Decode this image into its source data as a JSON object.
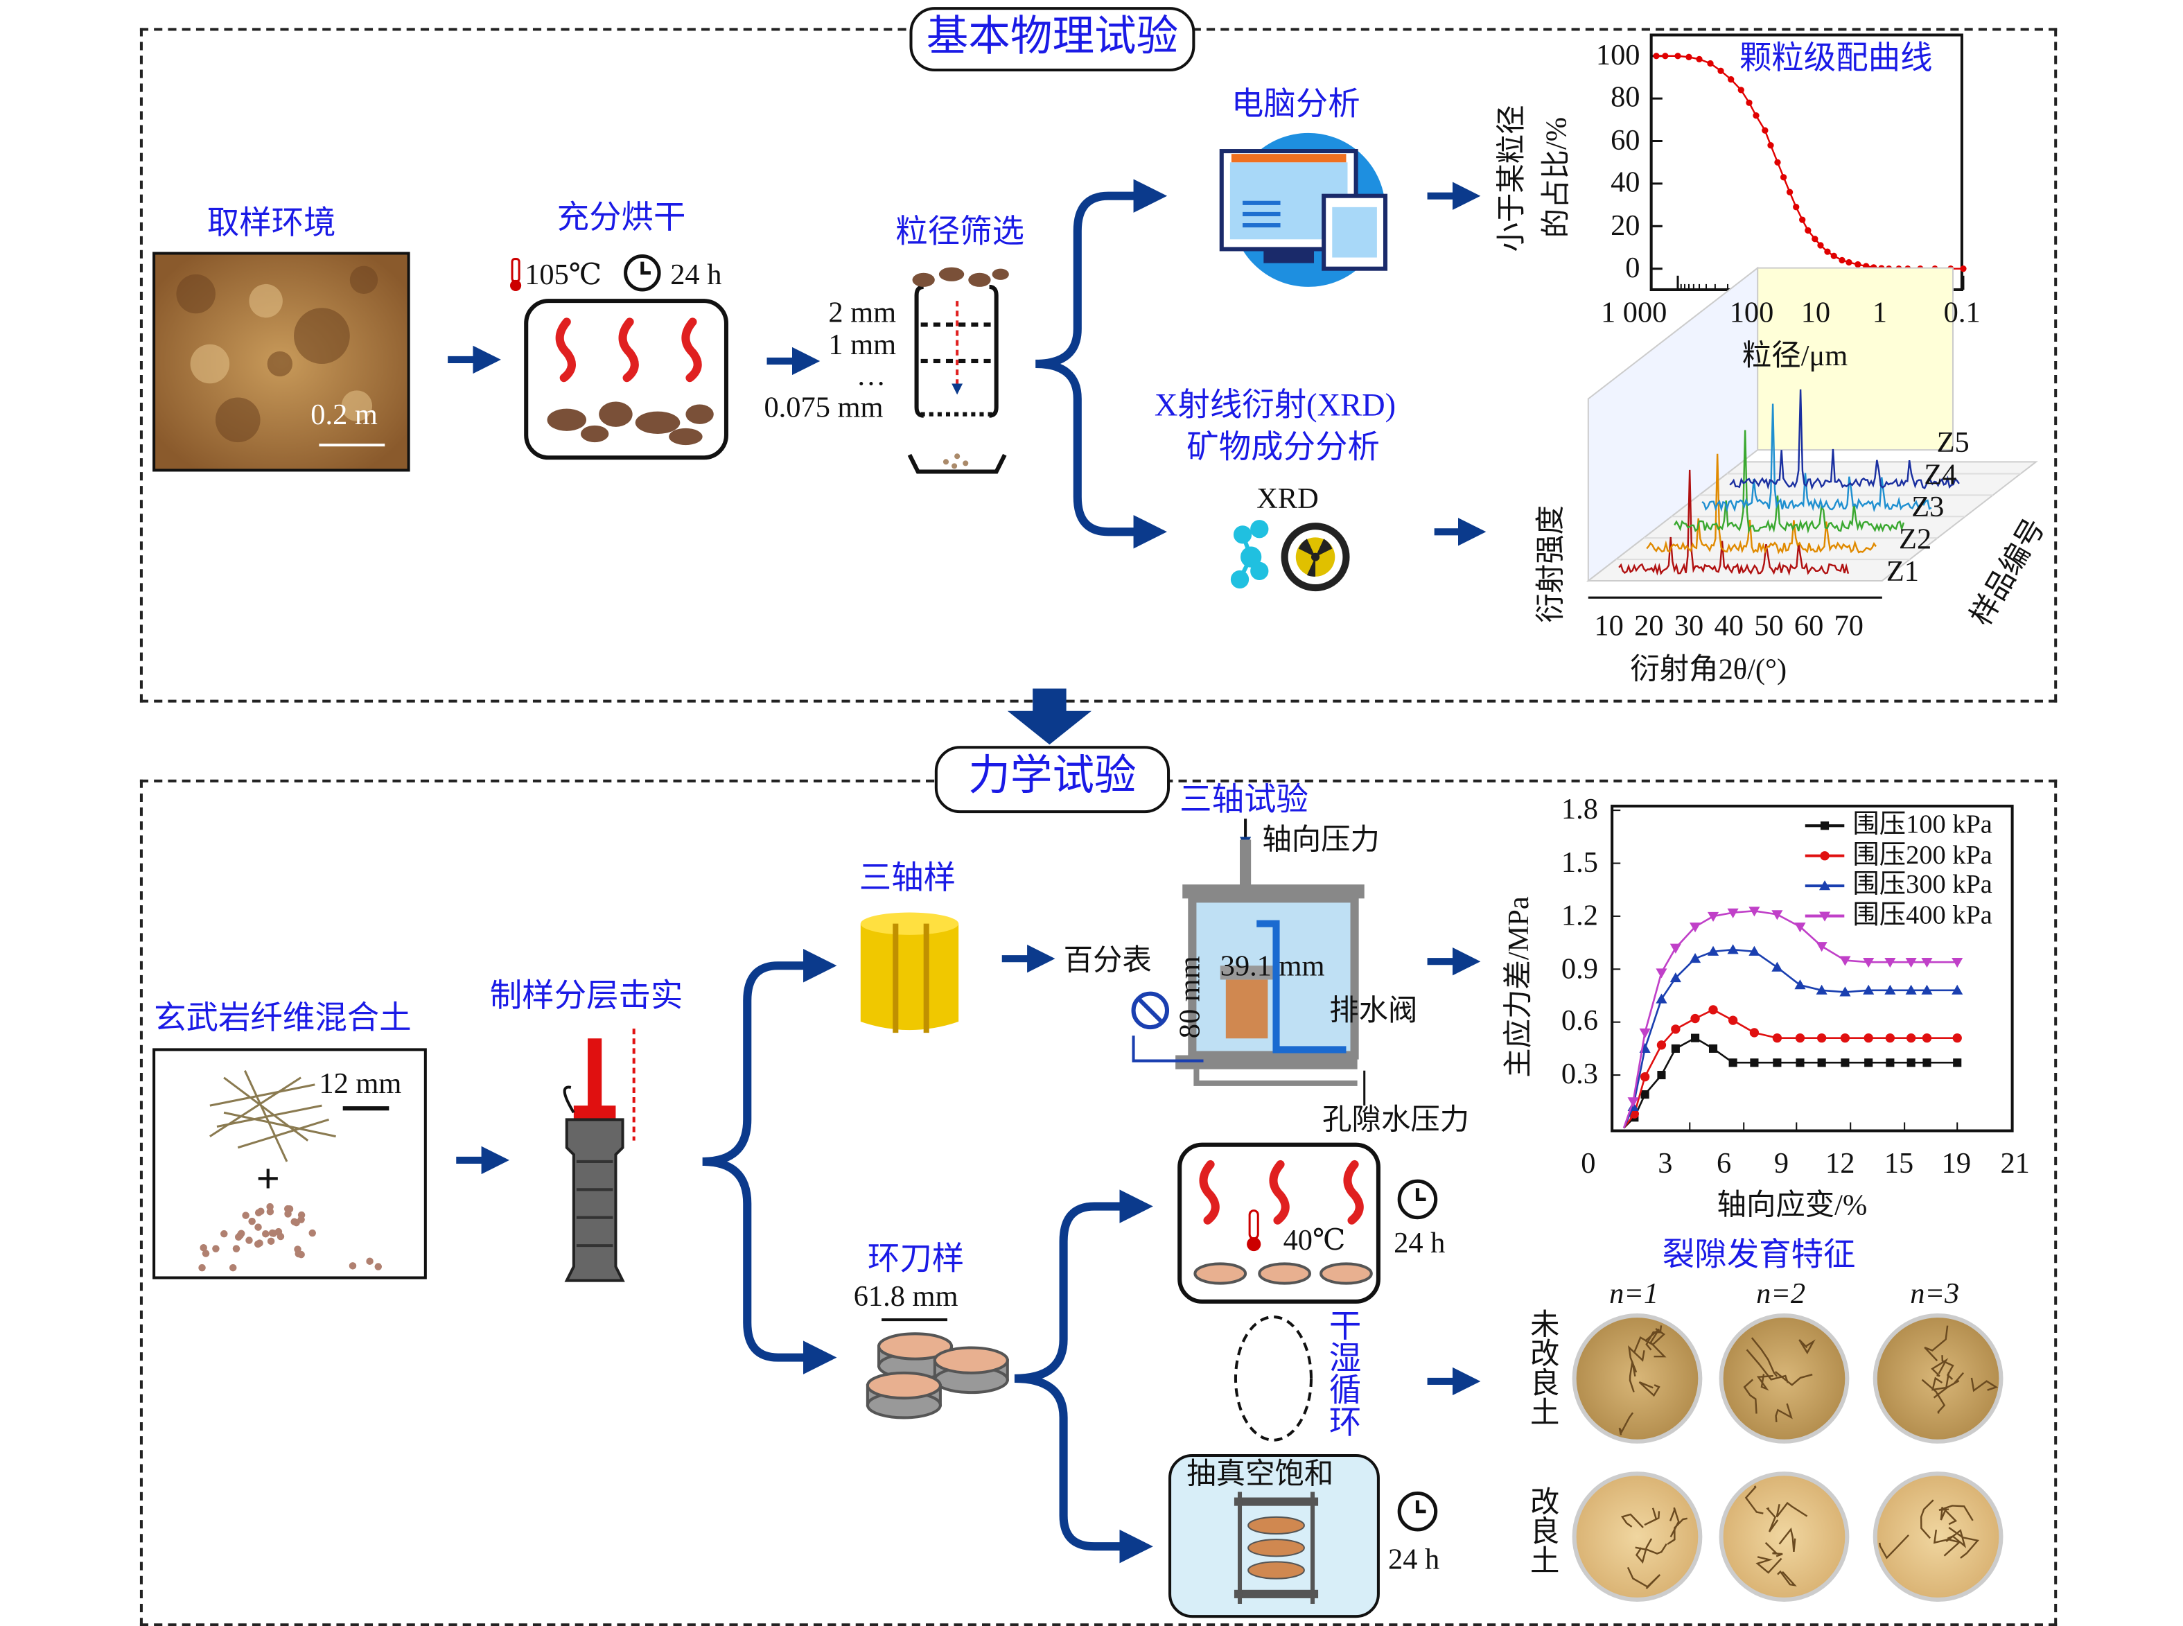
{
  "colors": {
    "accent_blue": "#1a1ae6",
    "arrow_navy": "#0b3a8c",
    "curve_red": "#e00000"
  },
  "top_section": {
    "title": "基本物理试验",
    "sampling": {
      "label": "取样环境",
      "scale": "0.2 m"
    },
    "drying": {
      "label": "充分烘干",
      "temp": "105℃",
      "time": "24 h",
      "icons": [
        "thermometer-icon",
        "clock-icon",
        "flame-icon"
      ]
    },
    "sieving": {
      "label": "粒径筛选",
      "sizes": [
        "2 mm",
        "1 mm",
        "…",
        "0.075 mm"
      ]
    },
    "computer": {
      "label": "电脑分析",
      "icon": "computer-monitor-icon"
    },
    "xrd": {
      "label_line1": "X射线衍射(XRD)",
      "label_line2": "矿物成分分析",
      "icon_label": "XRD",
      "icons": [
        "molecule-icon",
        "radiation-icon"
      ]
    }
  },
  "bottom_section": {
    "title": "力学试验",
    "mixture": {
      "label": "玄武岩纤维混合土",
      "scale": "12 mm",
      "plus": "+"
    },
    "compaction": {
      "label": "制样分层击实"
    },
    "triaxial_sample": {
      "label": "三轴样"
    },
    "triaxial_test": {
      "label": "三轴试验",
      "axial": "轴向压力",
      "dial": "百分表",
      "height": "80 mm",
      "diameter": "39.1 mm",
      "valve": "排水阀",
      "pore": "孔隙水压力"
    },
    "ring_sample": {
      "label": "环刀样",
      "diameter": "61.8 mm"
    },
    "wet_dry": {
      "temp": "40℃",
      "time1": "24 h",
      "cycle": "干湿循环",
      "vacuum": "抽真空饱和",
      "time2": "24 h"
    },
    "cracks": {
      "title": "裂隙发育特征",
      "cols": [
        "n=1",
        "n=2",
        "n=3"
      ],
      "rows": [
        "未改良土",
        "改良土"
      ]
    }
  },
  "chart_data": [
    {
      "type": "scatter",
      "title": "颗粒级配曲线",
      "xlabel": "粒径/μm",
      "ylabel_line1": "小于某粒径",
      "ylabel_line2": "的占比/%",
      "x_scale": "log",
      "x_reversed": true,
      "xticks": [
        "1 000",
        "100",
        "10",
        "1",
        "0.1"
      ],
      "xtick_values": [
        1000,
        100,
        10,
        1,
        0.1
      ],
      "yticks": [
        "100",
        "80",
        "60",
        "40",
        "20",
        "0"
      ],
      "ylim": [
        0,
        100
      ],
      "series": [
        {
          "color": "#e00000",
          "x": [
            2000,
            1500,
            1000,
            700,
            500,
            350,
            250,
            180,
            130,
            100,
            80,
            60,
            50,
            40,
            33,
            27,
            22,
            18,
            15,
            12,
            10,
            8,
            6.5,
            5,
            4,
            3,
            2.3,
            1.8,
            1.4,
            1.1,
            0.8,
            0.6,
            0.4,
            0.25,
            0.15,
            0.1
          ],
          "y": [
            100,
            100,
            100,
            99.5,
            98.5,
            96.5,
            93,
            89,
            84,
            78,
            72,
            65,
            58,
            50,
            43,
            36,
            29,
            23,
            18,
            14,
            11,
            8,
            6,
            4,
            3,
            2,
            1.2,
            0.6,
            0.2,
            0,
            0,
            0,
            0,
            0,
            0,
            0
          ]
        }
      ]
    },
    {
      "type": "line",
      "xlabel": "衍射角2θ/(°)",
      "ylabel": "衍射强度",
      "zlabel": "样品编号",
      "xticks": [
        "10",
        "20",
        "30",
        "40",
        "50",
        "60",
        "70"
      ],
      "zticks": [
        "Z1",
        "Z2",
        "Z3",
        "Z4",
        "Z5"
      ],
      "series_colors": [
        "#b01010",
        "#e08a00",
        "#3aa830",
        "#1f8fd0",
        "#1a2fa0"
      ],
      "xlim": [
        5,
        75
      ],
      "peaks_2theta": [
        20.8,
        26.6,
        36.5,
        50.1,
        60
      ]
    },
    {
      "type": "line",
      "xlabel": "轴向应变/%",
      "ylabel": "主应力差/MPa",
      "xticks": [
        "0",
        "3",
        "6",
        "9",
        "12",
        "15",
        "19",
        "21"
      ],
      "xtick_values": [
        0,
        3,
        6,
        9,
        12,
        15,
        19,
        21
      ],
      "yticks": [
        "0.3",
        "0.6",
        "0.9",
        "1.2",
        "1.5",
        "1.8"
      ],
      "ylim": [
        0,
        1.8
      ],
      "xlim": [
        0,
        21
      ],
      "legend": "top-right",
      "series": [
        {
          "name": "围压100 kPa",
          "color": "#111111",
          "marker": "square",
          "x": [
            0.2,
            0.65,
            1.1,
            1.8,
            2.4,
            3.3,
            4.3,
            5.4,
            6.6,
            7.9,
            9.2,
            10.4,
            11.7,
            13,
            14.2,
            15.5,
            16.7,
            19
          ],
          "y": [
            0,
            0.06,
            0.19,
            0.3,
            0.45,
            0.51,
            0.45,
            0.37,
            0.37,
            0.37,
            0.37,
            0.37,
            0.37,
            0.37,
            0.37,
            0.37,
            0.37,
            0.37
          ]
        },
        {
          "name": "围压200 kPa",
          "color": "#e01010",
          "marker": "circle",
          "x": [
            0.2,
            0.65,
            1.1,
            1.8,
            2.4,
            3.3,
            4.3,
            5.4,
            6.6,
            7.9,
            9.2,
            10.4,
            11.7,
            13,
            14.2,
            15.5,
            16.7,
            19
          ],
          "y": [
            0,
            0.08,
            0.29,
            0.47,
            0.56,
            0.62,
            0.67,
            0.61,
            0.54,
            0.51,
            0.51,
            0.51,
            0.51,
            0.51,
            0.51,
            0.51,
            0.51,
            0.51
          ]
        },
        {
          "name": "围压300 kPa",
          "color": "#1a3fb0",
          "marker": "triangle-up",
          "x": [
            0.2,
            0.6,
            1.1,
            1.8,
            2.4,
            3.3,
            4.3,
            5.4,
            6.6,
            7.9,
            9.2,
            10.4,
            11.7,
            13,
            14.2,
            15.5,
            16.7,
            19
          ],
          "y": [
            0,
            0.12,
            0.45,
            0.73,
            0.85,
            0.96,
            1.0,
            1.01,
            1.0,
            0.91,
            0.81,
            0.78,
            0.77,
            0.78,
            0.78,
            0.78,
            0.78,
            0.78
          ]
        },
        {
          "name": "围压400 kPa",
          "color": "#c040c8",
          "marker": "triangle-down",
          "x": [
            0.2,
            0.6,
            1.1,
            1.8,
            2.4,
            3.3,
            4.3,
            5.4,
            6.6,
            7.9,
            9.2,
            10.4,
            11.7,
            13,
            14.2,
            15.5,
            16.7,
            19
          ],
          "y": [
            0,
            0.15,
            0.54,
            0.88,
            1.02,
            1.14,
            1.2,
            1.22,
            1.23,
            1.21,
            1.14,
            1.03,
            0.95,
            0.94,
            0.94,
            0.94,
            0.94,
            0.94
          ]
        }
      ]
    }
  ]
}
